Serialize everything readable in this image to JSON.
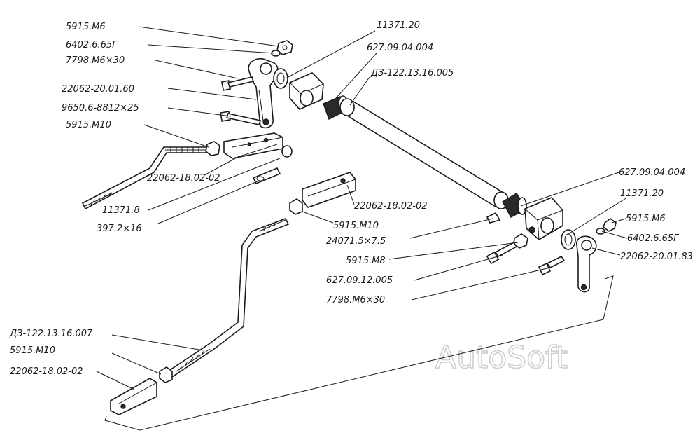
{
  "labels": {
    "l1": "5915.M6",
    "l2": "6402.6.65Г",
    "l3": "7798.M6×30",
    "l4": "22062-20.01.60",
    "l5": "9650.6-8812×25",
    "l6": "5915.M10",
    "l7": "11371.20",
    "l8": "627.09.04.004",
    "l9": "ДЗ-122.13.16.005",
    "l10": "22062-18.02-02",
    "l11": "11371.8",
    "l12": "397.2×16",
    "l13": "22062-18.02-02",
    "l14": "5915.M10",
    "l15": "24071.5×7.5",
    "l16": "5915.M8",
    "l17": "627.09.12.005",
    "l18": "7798.M6×30",
    "l19": "627.09.04.004",
    "l20": "11371.20",
    "l21": "5915.M6",
    "l22": "6402.6.65Г",
    "l23": "22062-20.01.83",
    "l24": "ДЗ-122.13.16.007",
    "l25": "5915.M10",
    "l26": "22062-18.02-02"
  },
  "watermark": "AutoSoft"
}
